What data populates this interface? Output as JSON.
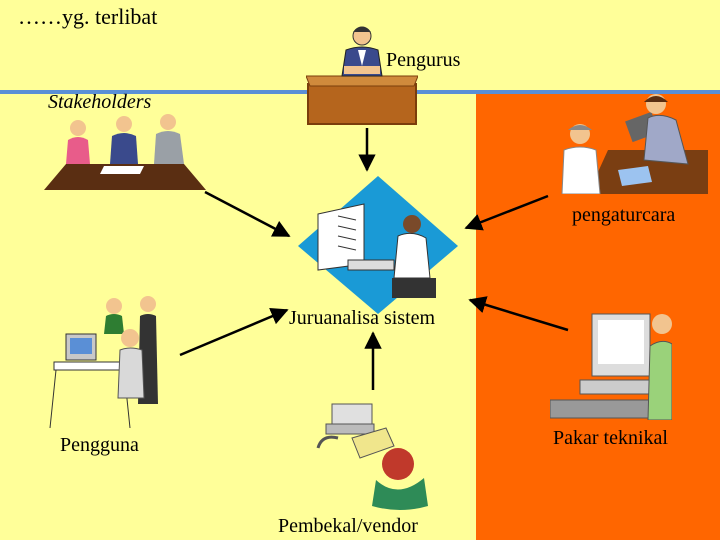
{
  "header": {
    "title": "……yg. terlibat"
  },
  "labels": {
    "pengurus": "Pengurus",
    "stakeholders": "Stakeholders",
    "pengaturcara": "pengaturcara",
    "juruanalisa": "Juruanalisa sistem",
    "pengguna": "Pengguna",
    "pakar": "Pakar teknikal",
    "pembekal": "Pembekal/vendor"
  },
  "colors": {
    "background": "#ffff99",
    "panel": "#ff6600",
    "rule": "#5a8fd6"
  }
}
